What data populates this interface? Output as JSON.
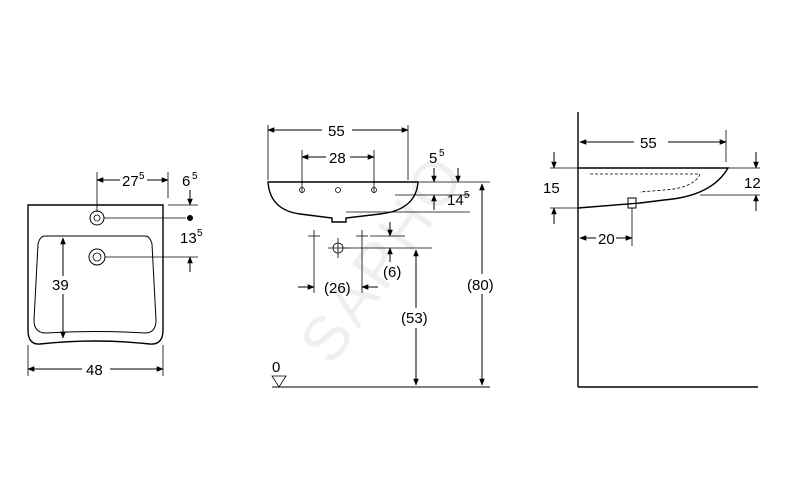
{
  "watermark": "SAPHO",
  "front_view": {
    "tap_offset": "27",
    "tap_offset_sup": "5",
    "top_gap": "6",
    "top_gap_sup": "5",
    "drain_offset": "13",
    "drain_offset_sup": "5",
    "height": "39",
    "width": "48"
  },
  "top_view": {
    "width": "55",
    "holes": "28",
    "rim": "5",
    "rim_sup": "5",
    "thickness": "14",
    "thickness_sup": "5",
    "waste_spacing": "(26)",
    "waste_drop": "(6)",
    "drain_height": "(53)",
    "rim_height": "(80)",
    "floor_level": "0"
  },
  "side_view": {
    "depth": "55",
    "left_height": "15",
    "right_height": "12",
    "drain_setback": "20"
  },
  "colors": {
    "line": "#000000",
    "watermark": "#d4d4d4"
  }
}
